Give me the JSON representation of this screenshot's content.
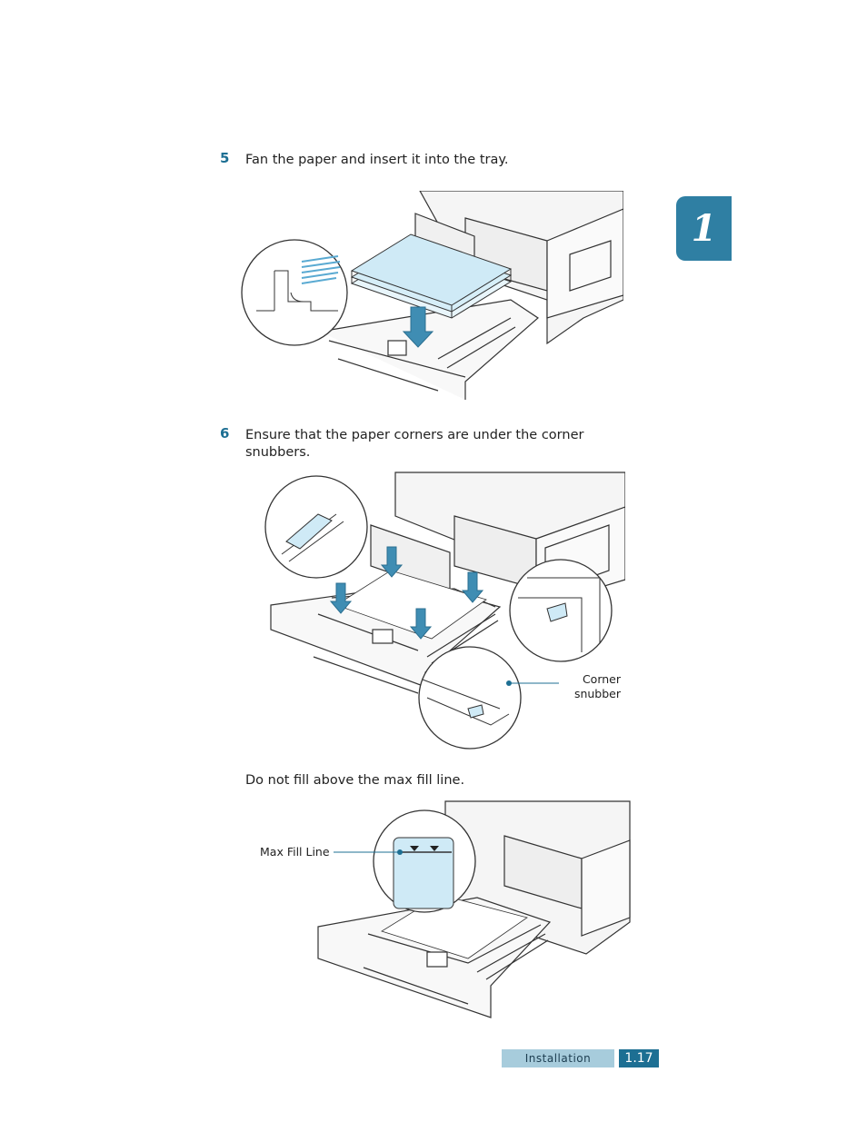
{
  "chapter": {
    "number": "1"
  },
  "steps": [
    {
      "number": "5",
      "text": "Fan the paper and insert it into the tray."
    },
    {
      "number": "6",
      "text_line1": "Ensure that the paper corners are under the corner",
      "text_line2": "snubbers."
    }
  ],
  "note": "Do not fill above the max fill line.",
  "callouts": {
    "corner_snubber_line1": "Corner",
    "corner_snubber_line2": "snubber",
    "max_fill_line": "Max Fill Line"
  },
  "footer": {
    "section": "Installation",
    "page": "1.17"
  },
  "colors": {
    "accent": "#1d6f93",
    "chapter_tab": "#2f7fa3",
    "footer_section_bg": "#a7ccdc",
    "paper": "#cfeaf6"
  }
}
